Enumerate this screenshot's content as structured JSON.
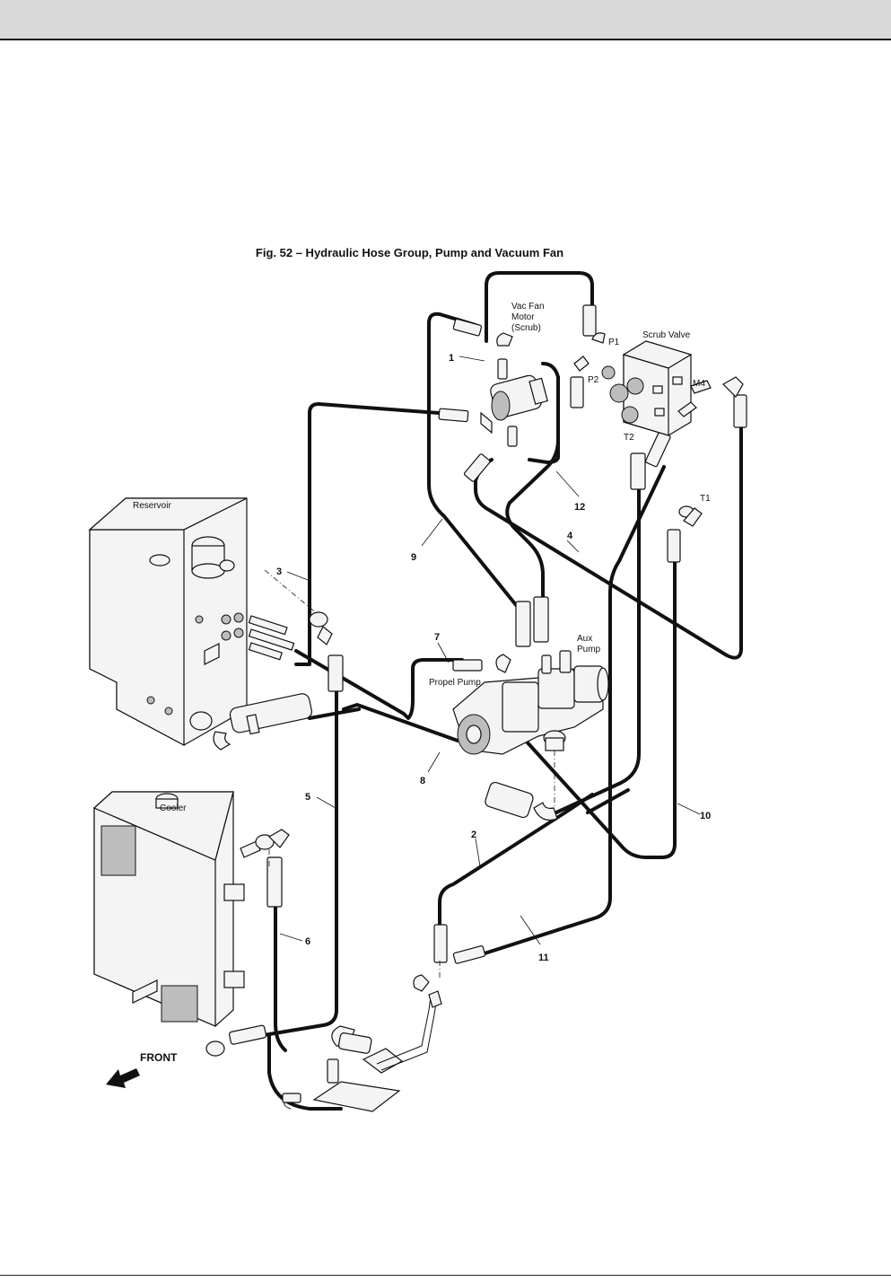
{
  "figure": {
    "title": "Fig. 52 – Hydraulic Hose Group, Pump and Vacuum Fan"
  },
  "components": {
    "vac_fan_motor": [
      "Vac Fan",
      "Motor",
      "(Scrub)"
    ],
    "scrub_valve": "Scrub Valve",
    "reservoir": "Reservoir",
    "cooler": "Cooler",
    "propel_pump": "Propel Pump",
    "aux_pump": [
      "Aux",
      "Pump"
    ]
  },
  "ports": {
    "p1": "P1",
    "p2": "P2",
    "t1": "T1",
    "t2": "T2",
    "m4": "M4"
  },
  "callouts": {
    "c1": "1",
    "c2": "2",
    "c3": "3",
    "c4": "4",
    "c5": "5",
    "c6": "6",
    "c7": "7",
    "c8": "8",
    "c9": "9",
    "c10": "10",
    "c11": "11",
    "c12": "12"
  },
  "direction": {
    "front": "FRONT"
  },
  "icons": {
    "front_arrow": "arrow-down-left-icon"
  }
}
